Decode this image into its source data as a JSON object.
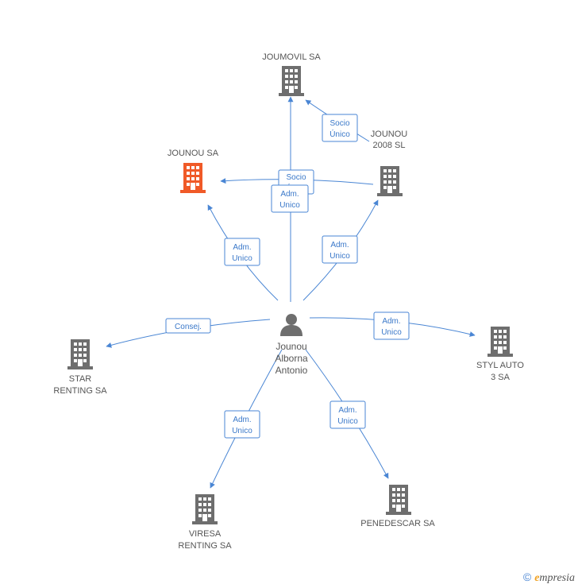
{
  "colors": {
    "edge": "#4a86d4",
    "building": "#6e6e6e",
    "building_highlight": "#f05a28",
    "person": "#6e6e6e"
  },
  "nodes": [
    {
      "id": "joumovil",
      "label_lines": [
        "JOUMOVIL SA"
      ],
      "icon": "building-icon",
      "highlight": false
    },
    {
      "id": "jounou2008",
      "label_lines": [
        "JOUNOU",
        "2008 SL"
      ],
      "icon": "building-icon",
      "highlight": false
    },
    {
      "id": "jounousa",
      "label_lines": [
        "JOUNOU SA"
      ],
      "icon": "building-icon",
      "highlight": true
    },
    {
      "id": "person",
      "label_lines": [
        "Jounou",
        "Alborna",
        "Antonio"
      ],
      "icon": "person-icon",
      "highlight": false
    },
    {
      "id": "star",
      "label_lines": [
        "STAR",
        "RENTING SA"
      ],
      "icon": "building-icon",
      "highlight": false
    },
    {
      "id": "styl",
      "label_lines": [
        "STYL AUTO",
        "3 SA"
      ],
      "icon": "building-icon",
      "highlight": false
    },
    {
      "id": "viresa",
      "label_lines": [
        "VIRESA",
        "RENTING SA"
      ],
      "icon": "building-icon",
      "highlight": false
    },
    {
      "id": "penedescar",
      "label_lines": [
        "PENEDESCAR SA"
      ],
      "icon": "building-icon",
      "highlight": false
    }
  ],
  "edges": [
    {
      "from": "jounou2008",
      "to": "joumovil",
      "label_lines": [
        "Socio",
        "Único"
      ]
    },
    {
      "from": "jounou2008",
      "to": "jounousa",
      "label_lines": [
        "Socio",
        "Único"
      ]
    },
    {
      "from": "person",
      "to": "joumovil",
      "label_lines": [
        "Adm.",
        "Unico"
      ]
    },
    {
      "from": "person",
      "to": "jounousa",
      "label_lines": [
        "Adm.",
        "Unico"
      ]
    },
    {
      "from": "person",
      "to": "jounou2008",
      "label_lines": [
        "Adm.",
        "Unico"
      ]
    },
    {
      "from": "person",
      "to": "star",
      "label_lines": [
        "Consej."
      ]
    },
    {
      "from": "person",
      "to": "styl",
      "label_lines": [
        "Adm.",
        "Unico"
      ]
    },
    {
      "from": "person",
      "to": "viresa",
      "label_lines": [
        "Adm.",
        "Unico"
      ]
    },
    {
      "from": "person",
      "to": "penedescar",
      "label_lines": [
        "Adm.",
        "Unico"
      ]
    }
  ],
  "footer": {
    "copyright": "©",
    "brand_initial": "e",
    "brand_rest": "mpresia"
  }
}
